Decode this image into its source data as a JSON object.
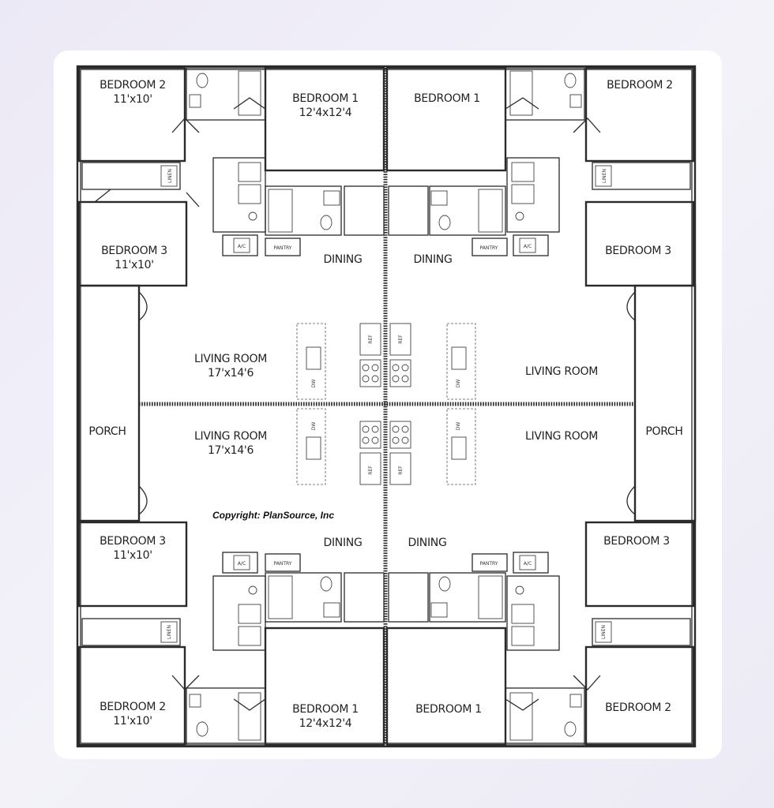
{
  "copyright": "Copyright: PlanSource, Inc",
  "top_left": {
    "bedroom2": "BEDROOM 2",
    "bedroom2_size": "11'x10'",
    "bedroom3": "BEDROOM 3",
    "bedroom3_size": "11'x10'",
    "bedroom1": "BEDROOM 1",
    "bedroom1_size": "12'4x12'4",
    "dining": "DINING",
    "living": "LIVING ROOM",
    "living_size": "17'x14'6",
    "linen": "LINEN",
    "pantry": "PANTRY",
    "ac": "A/C",
    "ref": "REF",
    "dw": "DW"
  },
  "top_right": {
    "bedroom1": "BEDROOM 1",
    "bedroom2": "BEDROOM 2",
    "bedroom3": "BEDROOM 3",
    "dining": "DINING",
    "living": "LIVING ROOM",
    "linen": "LINEN",
    "pantry": "PANTRY",
    "ac": "A/C",
    "ref": "REF",
    "dw": "DW"
  },
  "bottom_left": {
    "bedroom3": "BEDROOM 3",
    "bedroom3_size": "11'x10'",
    "bedroom2": "BEDROOM 2",
    "bedroom2_size": "11'x10'",
    "bedroom1": "BEDROOM 1",
    "bedroom1_size": "12'4x12'4",
    "dining": "DINING",
    "living": "LIVING ROOM",
    "living_size": "17'x14'6",
    "linen": "LINEN",
    "pantry": "PANTRY",
    "ac": "A/C",
    "ref": "REF",
    "dw": "DW"
  },
  "bottom_right": {
    "bedroom1": "BEDROOM 1",
    "bedroom2": "BEDROOM 2",
    "bedroom3": "BEDROOM 3",
    "dining": "DINING",
    "living": "LIVING ROOM",
    "linen": "LINEN",
    "pantry": "PANTRY",
    "ac": "A/C",
    "ref": "REF",
    "dw": "DW"
  },
  "porch_left": "PORCH",
  "porch_right": "PORCH"
}
